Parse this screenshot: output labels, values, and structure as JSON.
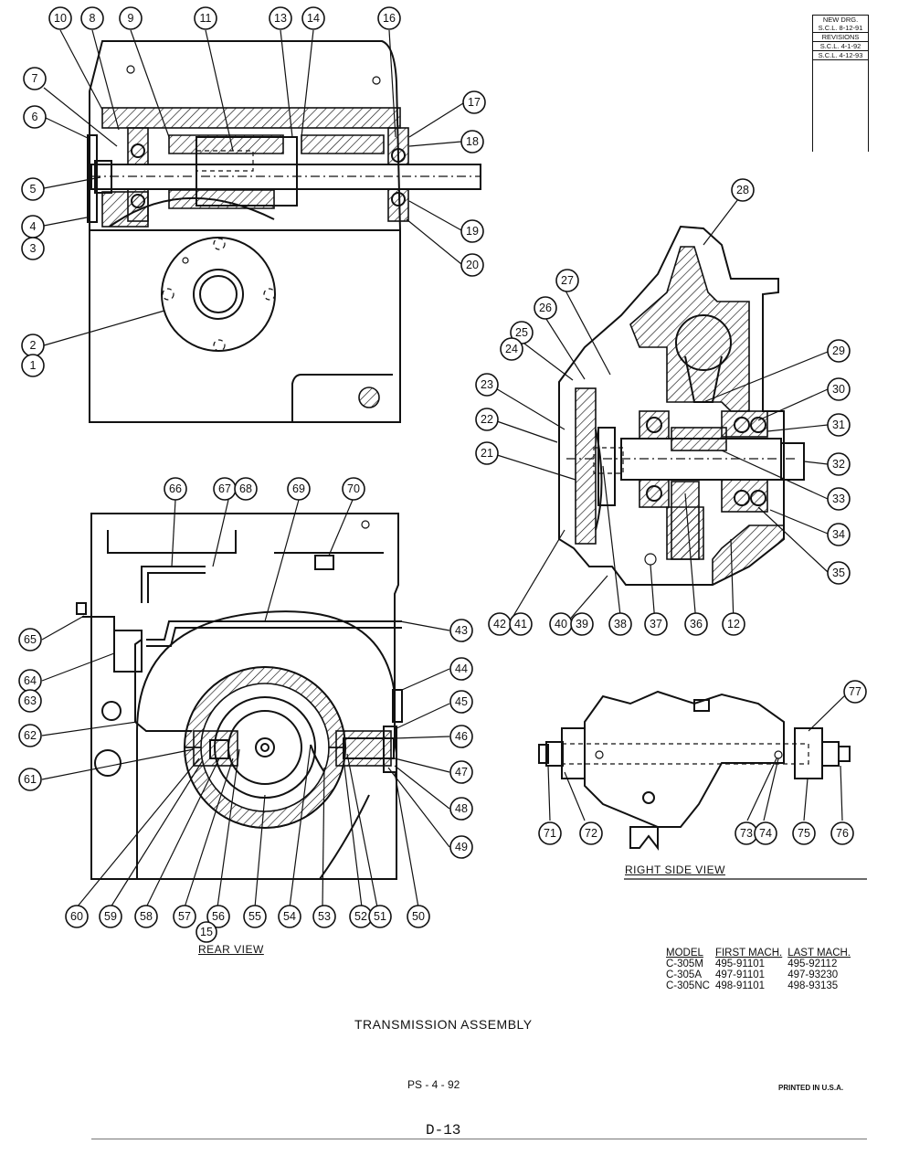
{
  "document": {
    "title": "TRANSMISSION ASSEMBLY",
    "doc_code": "PS - 4 - 92",
    "printed": "PRINTED IN U.S.A.",
    "page": "D-13"
  },
  "revision_block": {
    "new_drg": "NEW DRG.",
    "new_drg_date": "S.C.L. 8-12-91",
    "revisions_header": "REVISIONS",
    "revisions": [
      "S.C.L. 4-1-92",
      "S.C.L. 4-12-93"
    ]
  },
  "views": {
    "rear": "REAR VIEW",
    "right_side": "RIGHT SIDE VIEW"
  },
  "model_table": {
    "headers": [
      "MODEL",
      "FIRST MACH.",
      "LAST MACH."
    ],
    "rows": [
      [
        "C-305M",
        "495-91101",
        "495-92112"
      ],
      [
        "C-305A",
        "497-91101",
        "497-93230"
      ],
      [
        "C-305NC",
        "498-91101",
        "498-93135"
      ]
    ]
  },
  "callouts": {
    "top_view": [
      "10",
      "8",
      "9",
      "11",
      "13",
      "14",
      "16",
      "7",
      "6",
      "5",
      "4",
      "3",
      "17",
      "18",
      "19",
      "20",
      "2",
      "1"
    ],
    "side_view": [
      "28",
      "27",
      "26",
      "25",
      "24",
      "23",
      "22",
      "21",
      "29",
      "30",
      "31",
      "32",
      "33",
      "34",
      "35",
      "42",
      "41",
      "40",
      "39",
      "38",
      "37",
      "36",
      "12"
    ],
    "rear_view": [
      "66",
      "67",
      "68",
      "69",
      "70",
      "65",
      "43",
      "64",
      "63",
      "44",
      "45",
      "62",
      "46",
      "61",
      "47",
      "48",
      "49",
      "60",
      "59",
      "58",
      "57",
      "56",
      "55",
      "54",
      "53",
      "52",
      "51",
      "50",
      "15"
    ],
    "right_side_view": [
      "77",
      "71",
      "72",
      "73",
      "74",
      "75",
      "76"
    ]
  }
}
